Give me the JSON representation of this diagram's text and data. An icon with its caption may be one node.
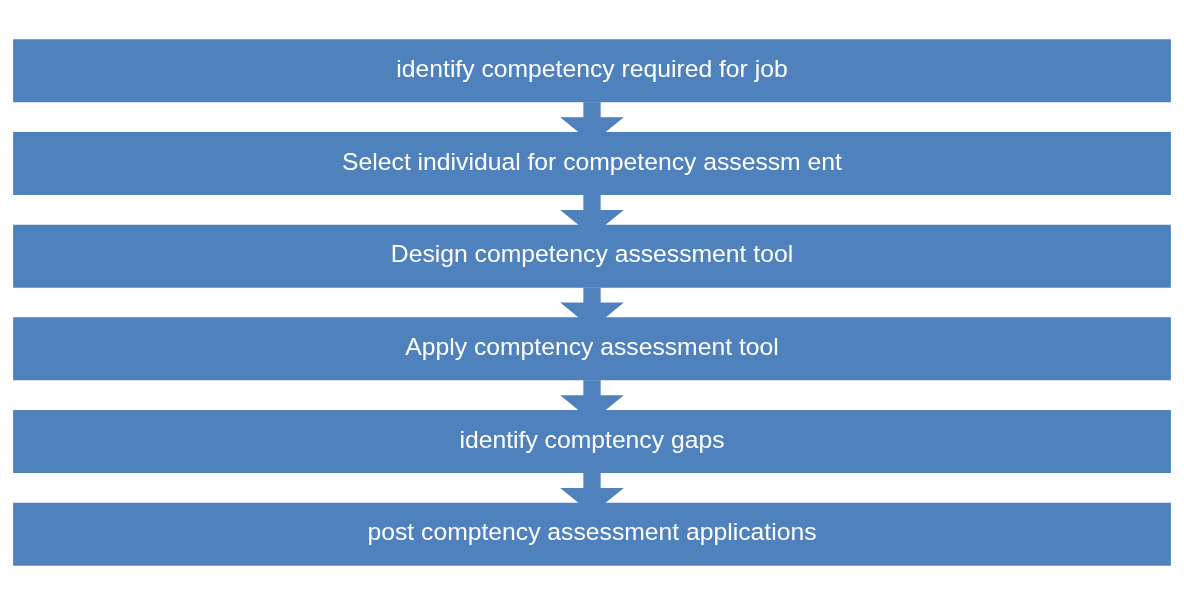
{
  "diagram": {
    "nodes": [
      {
        "text": [
          "identify competency required for job"
        ]
      },
      {
        "text": [
          "Select individual for competency assessm ent"
        ]
      },
      {
        "text": [
          "Design competency assessment tool"
        ]
      },
      {
        "text": [
          "Apply comptency assessment tool"
        ]
      },
      {
        "text": [
          "identify comptency gaps"
        ]
      },
      {
        "text": [
          "post comptency assessment applications"
        ]
      }
    ],
    "edges": [
      {
        "from": 0,
        "to": 1,
        "arrow": "to"
      },
      {
        "from": 1,
        "to": 2,
        "arrow": "to"
      },
      {
        "from": 2,
        "to": 3,
        "arrow": "to"
      },
      {
        "from": 3,
        "to": 4,
        "arrow": "to"
      },
      {
        "from": 4,
        "to": 5,
        "arrow": "to"
      }
    ]
  }
}
